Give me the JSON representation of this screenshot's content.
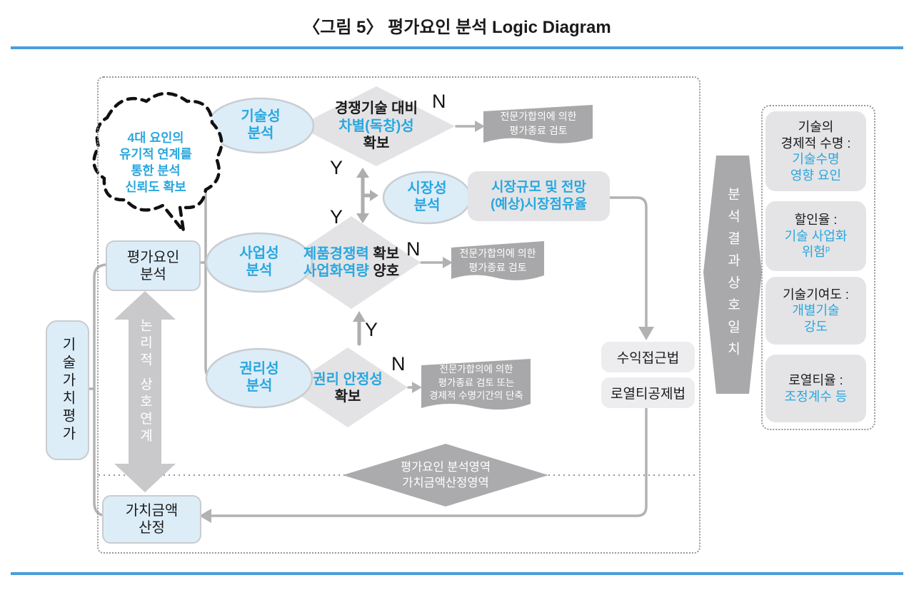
{
  "title": "〈그림 5〉 평가요인 분석 Logic Diagram",
  "colors": {
    "rule_blue": "#4a9edb",
    "accent_blue": "#29a7df",
    "dark_shape_gray": "#a8a8aa",
    "light_shape_gray": "#e3e3e6",
    "light_blue_fill": "#dcedf8",
    "line_gray": "#b2b2b4"
  },
  "outer": {
    "tech_value_eval": "기술가치평가"
  },
  "main": {
    "factor_analysis": "평가요인\n분석",
    "value_calc": "가치금액\n산정",
    "logical_link": "논리적 상호연계",
    "cloud": "4대 요인의\n유기적 연계를\n통한 분석\n신뢰도 확보",
    "ellipses": {
      "tech": "기술성\n분석",
      "market": "시장성\n분석",
      "business": "사업성\n분석",
      "rights": "권리성\n분석"
    },
    "decisions": {
      "tech": {
        "l1": "경쟁기술 대비",
        "l2": "차별(독창)성",
        "l3": "확보"
      },
      "business": {
        "l1a": "제품경쟁력",
        "l1b": " 확보",
        "l2a": "사업화역량",
        "l2b": " 양호"
      },
      "rights": {
        "l1": "권리 안정성",
        "l2": "확보"
      }
    },
    "banners": {
      "b1": "전문가합의에 의한\n평가종료 검토",
      "b2": "전문가합의에 의한\n평가종료 검토",
      "b3": "전문가합의에 의한\n평가종료 검토 또는\n경제적 수명기간의 단축"
    },
    "market_box": "시장규모 및 전망\n(예상)시장점유율",
    "methods": {
      "income": "수익접근법",
      "royalty": "로열티공제법"
    },
    "labels": {
      "y1": "Y",
      "y2": "Y",
      "y3": "Y",
      "n1": "N",
      "n2": "N",
      "n3": "N"
    },
    "region_diamond": "평가요인 분석영역\n가치금액산정영역"
  },
  "right": {
    "match_hexagon": "분석결과상호일치",
    "boxes": [
      {
        "black": "기술의\n경제적 수명 :",
        "blue": "기술수명\n영향 요인"
      },
      {
        "black": "할인율 :",
        "blue": "기술 사업화\n위험",
        "sup": "p"
      },
      {
        "black": "기술기여도 :",
        "blue": "개별기술\n강도"
      },
      {
        "black": "로열티율 :",
        "blue": "조정계수 등"
      }
    ]
  }
}
